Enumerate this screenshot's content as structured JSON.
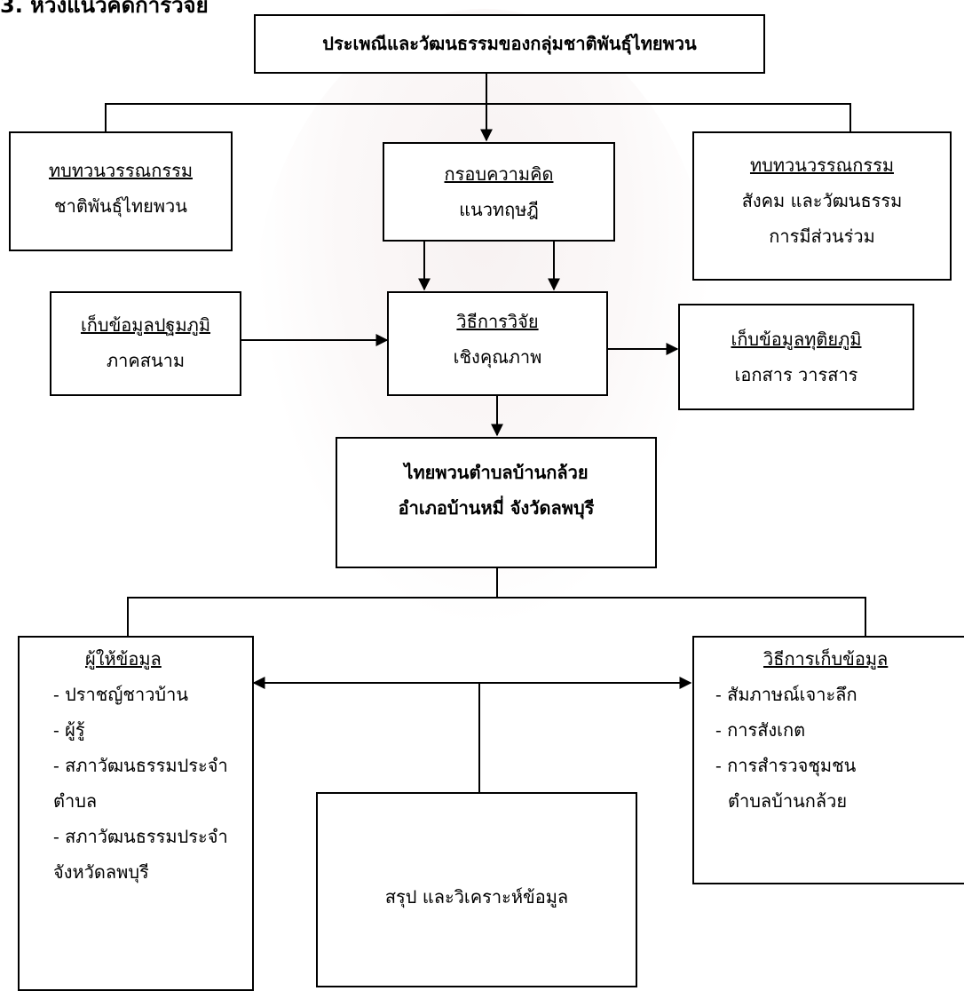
{
  "figure": {
    "heading": "3. ห่วงแนวคิดการวิจัย"
  },
  "boxes": {
    "top": {
      "title": "ประเพณีและวัฒนธรรมของกลุ่มชาติพันธุ์ไทยพวน"
    },
    "lit_review_left": {
      "title": "ทบทวนวรรณกรรม",
      "line1": "ชาติพันธุ์ไทยพวน"
    },
    "framework": {
      "title": "กรอบความคิด",
      "line1": "แนวทฤษฎี"
    },
    "lit_review_right": {
      "title": "ทบทวนวรรณกรรม",
      "line1": "สังคม และวัฒนธรรม",
      "line2": "การมีส่วนร่วม"
    },
    "primary_data": {
      "title": "เก็บข้อมูลปฐมภูมิ",
      "line1": "ภาคสนาม"
    },
    "method": {
      "title": "วิธีการวิจัย",
      "line1": "เชิงคุณภาพ"
    },
    "secondary_data": {
      "title": "เก็บข้อมูลทุติยภูมิ",
      "line1": "เอกสาร วารสาร"
    },
    "site": {
      "line1": "ไทยพวนตำบลบ้านกล้วย",
      "line2": "อำเภอบ้านหมี่ จังวัดลพบุรี"
    },
    "informants": {
      "title": "ผู้ให้ข้อมูล",
      "items": [
        "- ปราชญ์ชาวบ้าน",
        "- ผู้รู้",
        "- สภาวัฒนธรรมประจำ",
        "ตำบล",
        "- สภาวัฒนธรรมประจำ",
        "จังหวัดลพบุรี"
      ]
    },
    "collection": {
      "title": "วิธีการเก็บข้อมูล",
      "items": [
        "- สัมภาษณ์เจาะลึก",
        "- การสังเกต",
        "- การสำรวจชุมชน",
        "ตำบลบ้านกล้วย"
      ]
    },
    "summary": {
      "title": "สรุป และวิเคราะห์ข้อมูล"
    }
  }
}
